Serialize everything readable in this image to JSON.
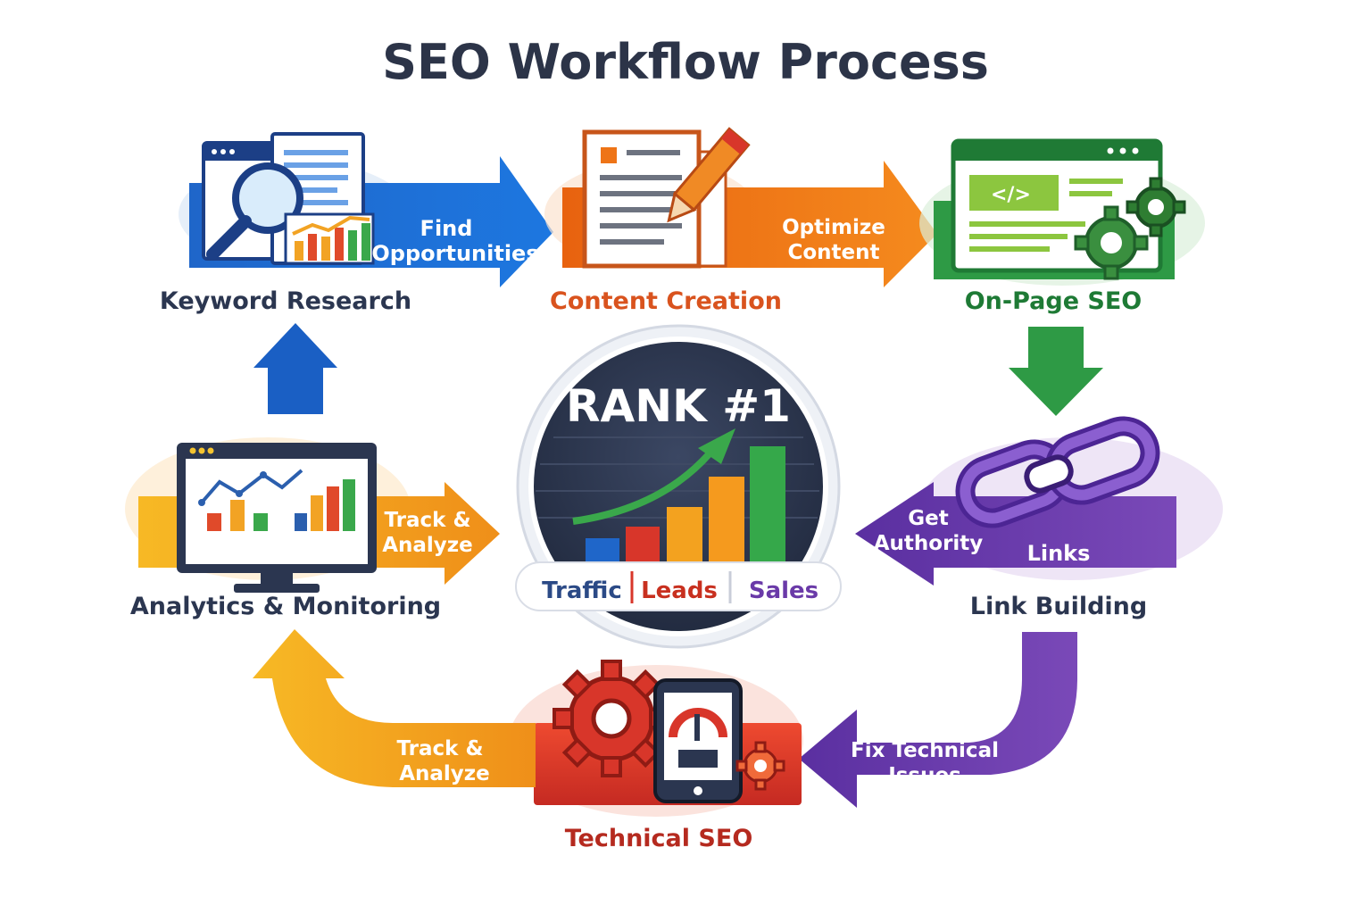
{
  "title": "SEO Workflow Process",
  "colors": {
    "blue": "#1a5fc4",
    "orange": "#ee7417",
    "green": "#2e9a45",
    "purple": "#6a3aa8",
    "red": "#d8362a",
    "yellow": "#f4a620",
    "dark": "#2b3650"
  },
  "steps": {
    "keyword_research": {
      "label": "Keyword Research",
      "arrow_text": [
        "Find",
        "Opportunities"
      ],
      "icon": "magnifier-document-chart-icon"
    },
    "content_creation": {
      "label": "Content Creation",
      "arrow_text": [
        "Optimize",
        "Content"
      ],
      "icon": "document-pencil-icon"
    },
    "on_page_seo": {
      "label": "On-Page SEO",
      "icon": "browser-code-gears-icon"
    },
    "link_building": {
      "label": "Link Building",
      "arrow_text": [
        "Get",
        "Authority"
      ],
      "banner_text": "Links",
      "icon": "chain-link-icon"
    },
    "technical_seo": {
      "label": "Technical SEO",
      "arrow_text": [
        "Fix Technical",
        "Issues"
      ],
      "icon": "gear-tablet-gauge-icon"
    },
    "analytics": {
      "label": "Analytics & Monitoring",
      "arrow_text": [
        "Track &",
        "Analyze"
      ],
      "icon": "monitor-chart-icon"
    },
    "bottom_left_arrow_text": [
      "Track &",
      "Analyze"
    ]
  },
  "center": {
    "headline": "RANK #1",
    "pills": [
      "Traffic",
      "Leads",
      "Sales"
    ],
    "icon": "rising-bar-chart-arrow-icon"
  }
}
